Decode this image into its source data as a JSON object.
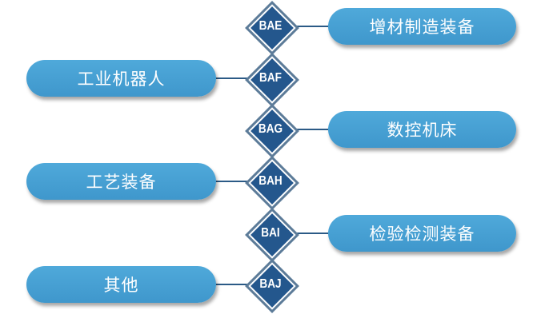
{
  "nodes": [
    {
      "code": "BAE",
      "label": "增材制造装备",
      "side": "right"
    },
    {
      "code": "BAF",
      "label": "工业机器人",
      "side": "left"
    },
    {
      "code": "BAG",
      "label": "数控机床",
      "side": "right"
    },
    {
      "code": "BAH",
      "label": "工艺装备",
      "side": "left"
    },
    {
      "code": "BAI",
      "label": "检验检测装备",
      "side": "right"
    },
    {
      "code": "BAJ",
      "label": "其他",
      "side": "left"
    }
  ]
}
